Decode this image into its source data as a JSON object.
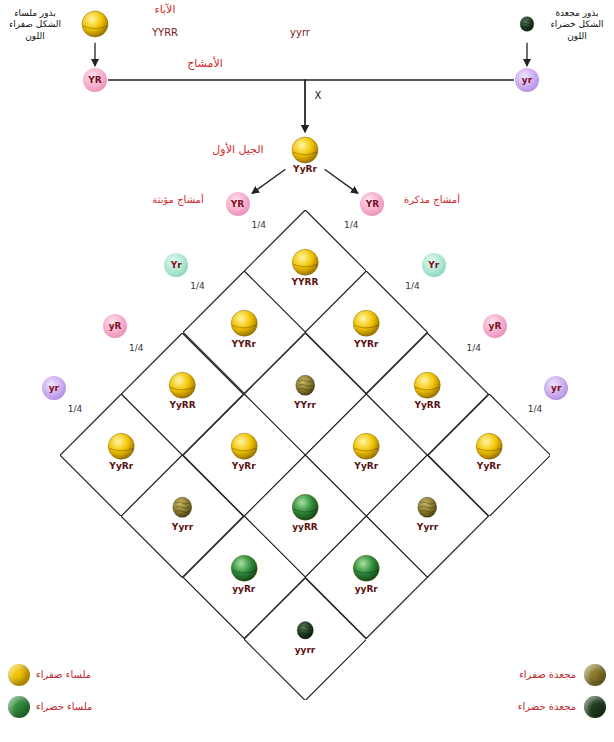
{
  "diagram": {
    "nodes": [
      {
        "text": [
          "بذور ملساء الشكل صفراء اللون"
        ]
      },
      {
        "text": [
          "بذور مجعدة الشكل خضراء اللون"
        ]
      },
      {
        "text": [
          "YR"
        ]
      },
      {
        "text": [
          "yr"
        ]
      },
      {
        "text": [
          "YyRr"
        ]
      },
      {
        "text": [
          "YR"
        ]
      },
      {
        "text": [
          "Yr"
        ]
      },
      {
        "text": [
          "yR"
        ]
      },
      {
        "text": [
          "yr"
        ]
      },
      {
        "text": [
          "YR"
        ]
      },
      {
        "text": [
          "Yr"
        ]
      },
      {
        "text": [
          "yR"
        ]
      },
      {
        "text": [
          "yr"
        ]
      },
      {
        "text": [
          "YYRR"
        ]
      },
      {
        "text": [
          "YYRr"
        ]
      },
      {
        "text": [
          "YYRr"
        ]
      },
      {
        "text": [
          "YyRR"
        ]
      },
      {
        "text": [
          "YYrr"
        ]
      },
      {
        "text": [
          "YyRR"
        ]
      },
      {
        "text": [
          "YyRr"
        ]
      },
      {
        "text": [
          "YyRr"
        ]
      },
      {
        "text": [
          "YyRr"
        ]
      },
      {
        "text": [
          "YyRr"
        ]
      },
      {
        "text": [
          "Yyrr"
        ]
      },
      {
        "text": [
          "yyRR"
        ]
      },
      {
        "text": [
          "Yyrr"
        ]
      },
      {
        "text": [
          "yyRr"
        ]
      },
      {
        "text": [
          "yyRr"
        ]
      },
      {
        "text": [
          "yyrr"
        ]
      }
    ],
    "edges": [
      {
        "from": 0,
        "to": 2,
        "arrow": "to"
      },
      {
        "from": 1,
        "to": 3,
        "arrow": "to"
      },
      {
        "from": 2,
        "to": 4,
        "arrow": "to"
      },
      {
        "from": 3,
        "to": 4,
        "arrow": "to"
      },
      {
        "from": 4,
        "to": 5,
        "arrow": "to"
      },
      {
        "from": 4,
        "to": 9,
        "arrow": "to"
      }
    ],
    "labels": [
      "الآباء",
      "YYRR",
      "yyrr",
      "الأمشاج",
      "X",
      "الجيل الأول",
      "أمشاج مؤنثة",
      "أمشاج مذكرة",
      "1/4",
      "1/4",
      "1/4",
      "1/4",
      "1/4",
      "1/4",
      "1/4",
      "1/4"
    ],
    "legend": [
      {
        "text": "ملساء صفراء",
        "color": "#f2c200"
      },
      {
        "text": "ملساء خضراء",
        "color": "#2e8b3a"
      },
      {
        "text": "مجعدة صفراء",
        "color": "#8a7a2a"
      },
      {
        "text": "مجعدة خضراء",
        "color": "#1f3d1f"
      }
    ]
  }
}
